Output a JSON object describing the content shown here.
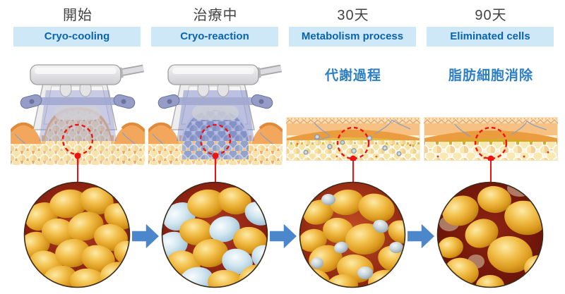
{
  "diagram": {
    "topic": "cryolipolysis-treatment-timeline",
    "stages": [
      {
        "title": "開始",
        "banner": "Cryo-cooling",
        "subtitle": "",
        "illustration": "cryo-applicator-on-skin",
        "magnified_view": "normal-fat-cells"
      },
      {
        "title": "治療中",
        "banner": "Cryo-reaction",
        "subtitle": "",
        "illustration": "cryo-applicator-freezing-fat-cells",
        "magnified_view": "crystallized-fat-cells"
      },
      {
        "title": "30天",
        "banner": "Metabolism process",
        "subtitle": "代謝過程",
        "illustration": "skin-cross-section-dying-cells",
        "magnified_view": "shrinking-fat-cells-with-dead-cells"
      },
      {
        "title": "90天",
        "banner": "Eliminated cells",
        "subtitle": "脂肪細胞消除",
        "illustration": "skin-cross-section-reduced-fat",
        "magnified_view": "reduced-fat-cells"
      }
    ],
    "arrows": {
      "count": 3,
      "direction": "right",
      "icon": "right-arrow-icon",
      "color": "#4d87cb"
    },
    "markers": {
      "icon": "dashed-circle-target-icon",
      "color": "#ee1212"
    },
    "colors": {
      "banner_background": "#cfe8f7",
      "banner_text": "#0a64ad",
      "stage_title_text": "#434343",
      "subtitle_text": "#2b7fc4",
      "fat_cell_gold": "#f0bc45",
      "frozen_cell_blue": "#9fc3d8",
      "dead_cell_silver": "#c9d4da",
      "tissue_background_red": "#8a1d0e"
    }
  }
}
